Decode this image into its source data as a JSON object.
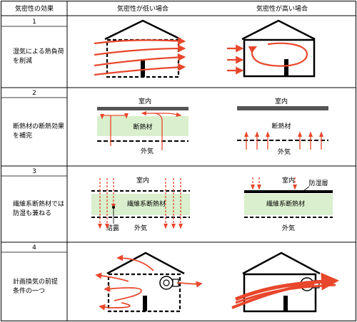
{
  "headers": {
    "effect": "気密性の効果",
    "low": "気密性が低い場合",
    "high": "気密性が高い場合"
  },
  "rows": [
    {
      "num": "1",
      "label_lines": [
        "湿気による熱負荷",
        "を削減"
      ]
    },
    {
      "num": "2",
      "label_lines": [
        "断熱材の断熱効果",
        "を補完"
      ],
      "indoor": "室内",
      "outdoor": "外気",
      "insulation": "断熱材"
    },
    {
      "num": "3",
      "label_lines": [
        "繊維系断熱材では",
        "防湿も兼ねる"
      ],
      "indoor": "室内",
      "outdoor": "外気",
      "insulation": "繊維系断熱材",
      "condensation": "結露",
      "barrier": "防湿層"
    },
    {
      "num": "4",
      "label_lines": [
        "計画換気の前提",
        "条件の一つ"
      ]
    }
  ],
  "colors": {
    "arrow": "#e8472c",
    "dashed_arrow": "#d6453a",
    "insulation_fill": "#d9efcd",
    "ceiling": "#555555"
  }
}
